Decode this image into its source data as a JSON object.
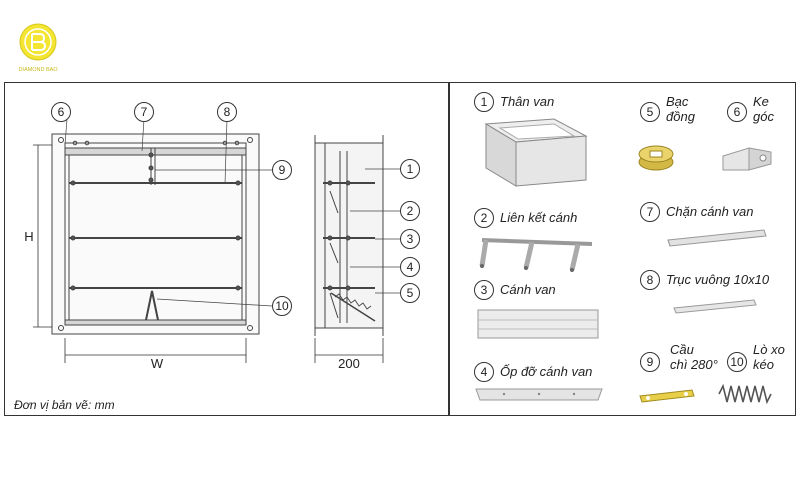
{
  "logo": {
    "text": "DIAMOND BAO"
  },
  "drawing": {
    "front": {
      "height_label": "H",
      "width_label": "W"
    },
    "side": {
      "depth_label": "200"
    },
    "callouts": [
      "6",
      "7",
      "8",
      "9",
      "10",
      "1",
      "2",
      "3",
      "4",
      "5"
    ],
    "unit_note": "Đơn vị bản vẽ: mm"
  },
  "parts": [
    {
      "num": "1",
      "label": "Thân van",
      "icon": "damper-body"
    },
    {
      "num": "2",
      "label": "Liên kết cánh",
      "icon": "blade-linkage"
    },
    {
      "num": "3",
      "label": "Cánh van",
      "icon": "blade"
    },
    {
      "num": "4",
      "label": "Ốp đỡ cánh van",
      "icon": "blade-support"
    },
    {
      "num": "5",
      "label_lines": [
        "Bạc",
        "đồng"
      ],
      "icon": "bronze-bushing"
    },
    {
      "num": "6",
      "label_lines": [
        "Ke",
        "góc"
      ],
      "icon": "corner-bracket"
    },
    {
      "num": "7",
      "label": "Chặn cánh van",
      "icon": "blade-stop"
    },
    {
      "num": "8",
      "label": "Trục vuông 10x10",
      "icon": "square-shaft"
    },
    {
      "num": "9",
      "label_lines": [
        "Cầu",
        "chì 280°"
      ],
      "icon": "fusible-link"
    },
    {
      "num": "10",
      "label_lines": [
        "Lò xo",
        "kéo"
      ],
      "icon": "tension-spring"
    }
  ]
}
